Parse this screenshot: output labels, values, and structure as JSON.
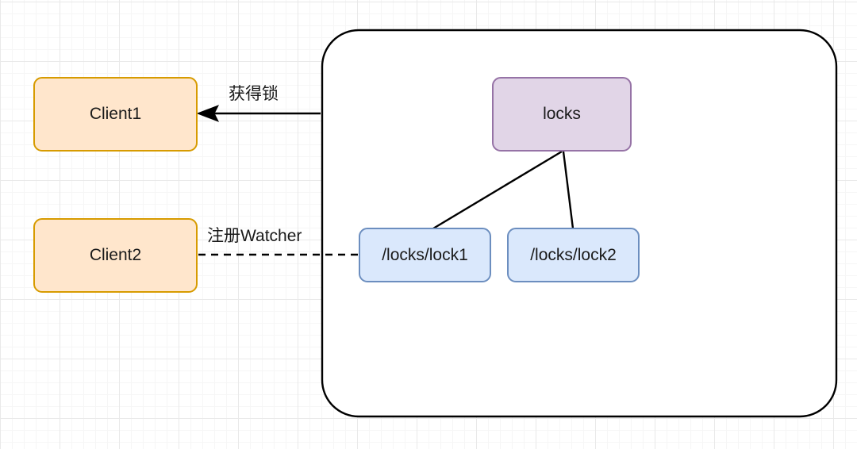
{
  "diagram": {
    "title": "ZooKeeper distributed lock diagram",
    "background": {
      "grid_minor_color": "#f6f6f6",
      "grid_major_color": "#e9e9e9",
      "page_color": "#ffffff"
    },
    "container": {
      "name": "zookeeper-cluster-container",
      "label": "",
      "stroke": "#000000"
    },
    "nodes": [
      {
        "id": "client1",
        "label": "Client1",
        "fill": "#ffe6cc",
        "stroke": "#d79b00"
      },
      {
        "id": "client2",
        "label": "Client2",
        "fill": "#ffe6cc",
        "stroke": "#d79b00"
      },
      {
        "id": "locks",
        "label": "locks",
        "fill": "#e1d5e7",
        "stroke": "#9673a6"
      },
      {
        "id": "lock1",
        "label": "/locks/lock1",
        "fill": "#dae8fc",
        "stroke": "#6c8ebf"
      },
      {
        "id": "lock2",
        "label": "/locks/lock2",
        "fill": "#dae8fc",
        "stroke": "#6c8ebf"
      }
    ],
    "edges": [
      {
        "id": "acquire-lock",
        "label": "获得锁",
        "style": "solid-arrow",
        "from": "zookeeper-cluster-container",
        "to": "client1",
        "stroke": "#000000"
      },
      {
        "id": "register-watcher",
        "label": "注册Watcher",
        "style": "dashed",
        "from": "client2",
        "to": "lock1",
        "stroke": "#000000"
      },
      {
        "id": "locks-to-lock1",
        "label": "",
        "style": "solid",
        "from": "locks",
        "to": "lock1",
        "stroke": "#000000"
      },
      {
        "id": "locks-to-lock2",
        "label": "",
        "style": "solid",
        "from": "locks",
        "to": "lock2",
        "stroke": "#000000"
      }
    ]
  }
}
